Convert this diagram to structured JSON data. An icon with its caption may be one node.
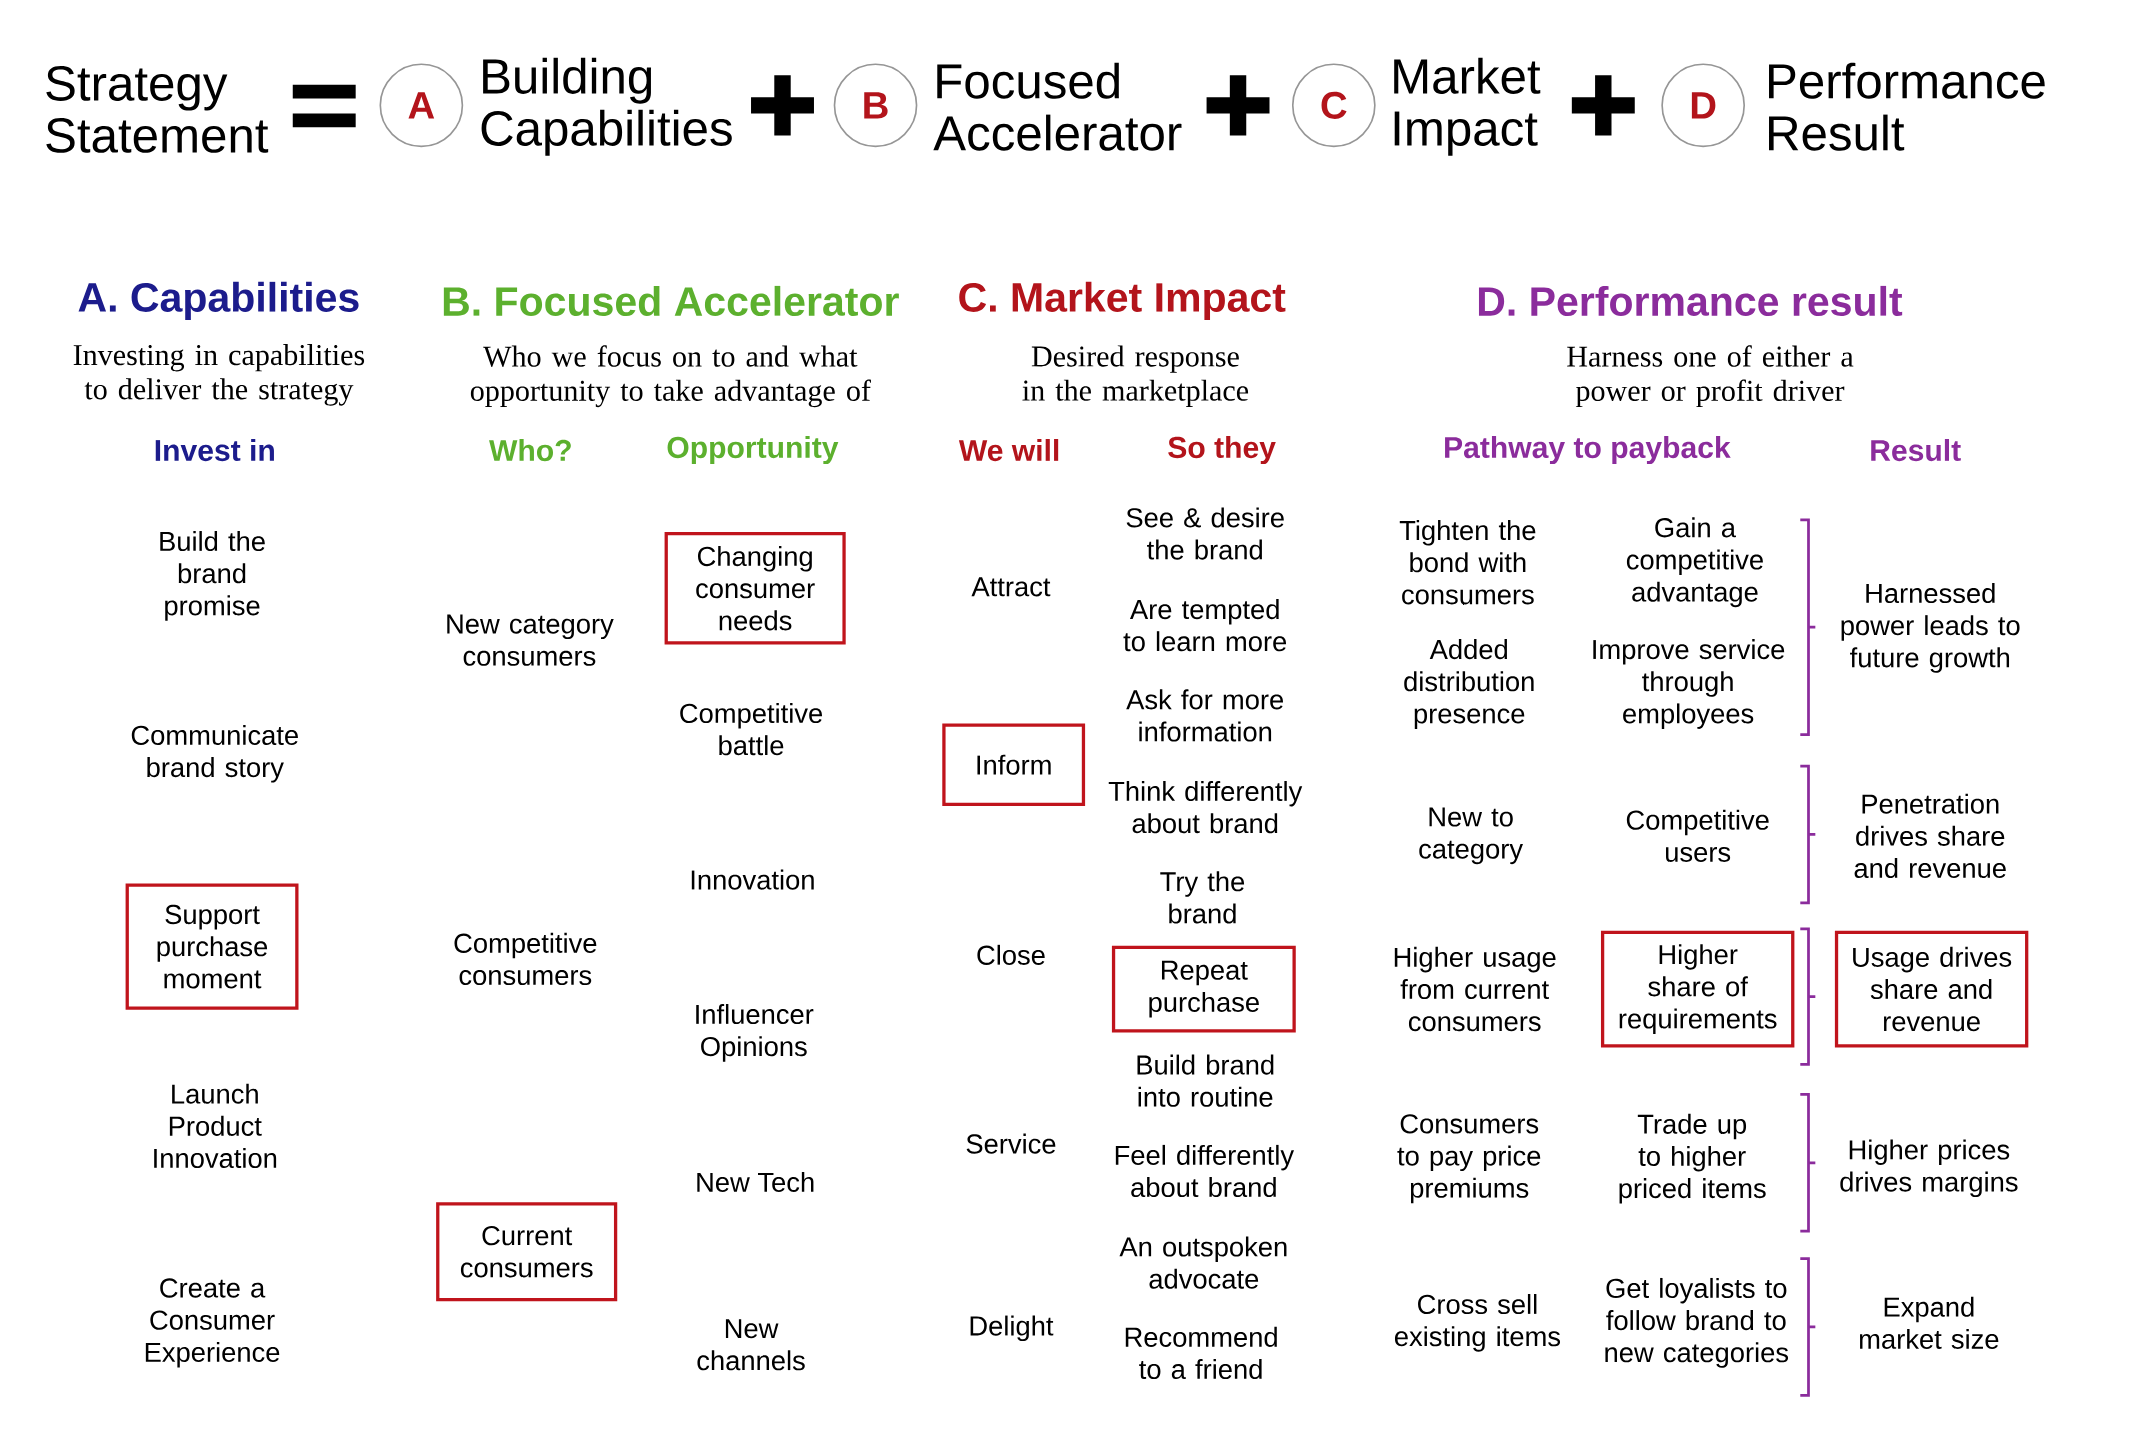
{
  "diagram": {
    "nodes": [
      {
        "text": [
          "A"
        ]
      },
      {
        "text": [
          "B"
        ]
      },
      {
        "text": [
          "C"
        ]
      },
      {
        "text": [
          "D"
        ]
      },
      {
        "text": [
          "Support purchase moment"
        ]
      },
      {
        "text": [
          "Current consumers"
        ]
      },
      {
        "text": [
          "Changing consumer needs"
        ]
      },
      {
        "text": [
          "Inform"
        ]
      },
      {
        "text": [
          "Repeat purchase"
        ]
      },
      {
        "text": [
          "Higher share of requirements"
        ]
      },
      {
        "text": [
          "Usage drives share and revenue"
        ]
      }
    ],
    "edges": [],
    "labels": [
      "Strategy Statement",
      "Building Capabilities",
      "Focused Accelerator",
      "Market Impact",
      "Performance Result",
      "A. Capabilities",
      "Investing in capabilities to deliver the strategy",
      "Invest in",
      "Build the brand promise",
      "Communicate brand story",
      "Launch Product Innovation",
      "Create a Consumer Experience",
      "B. Focused Accelerator",
      "Who we focus on to and what opportunity to take advantage of",
      "Who?",
      "Opportunity",
      "New category consumers",
      "Competitive consumers",
      "Competitive battle",
      "Innovation",
      "Influencer Opinions",
      "New Tech",
      "New channels",
      "C. Market Impact",
      "Desired response in the marketplace",
      "We will",
      "So they",
      "Attract",
      "Close",
      "Service",
      "Delight",
      "See & desire the brand",
      "Are tempted to learn more",
      "Ask for more information",
      "Think differently about brand",
      "Try the brand",
      "Build brand into routine",
      "Feel differently about brand",
      "An outspoken advocate",
      "Recommend to a friend",
      "D. Performance result",
      "Harness one of either a power or profit driver",
      "Pathway to payback",
      "Result",
      "Tighten the bond with consumers",
      "Added distribution presence",
      "New to category",
      "Higher usage from current consumers",
      "Consumers to pay price premiums",
      "Cross sell existing items",
      "Gain a competitive advantage",
      "Improve service through employees",
      "Competitive users",
      "Trade up to higher priced items",
      "Get loyalists to follow brand to new categories",
      "Harnessed power leads to future growth",
      "Penetration drives share and revenue",
      "Higher prices drives margins",
      "Expand market size"
    ]
  }
}
